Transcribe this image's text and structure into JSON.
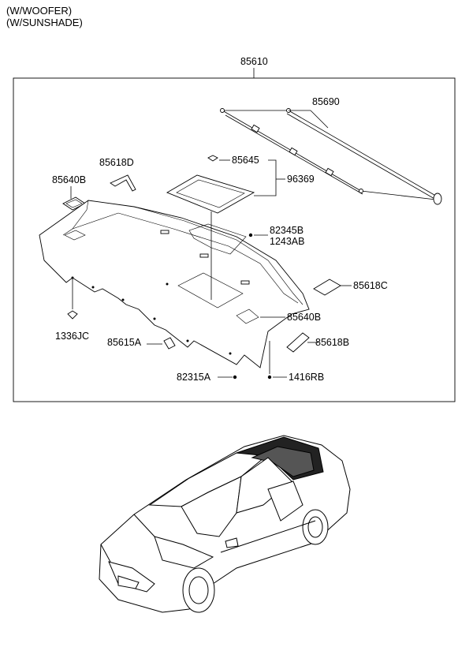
{
  "header": {
    "line1": "(W/WOOFER)",
    "line2": "(W/SUNSHADE)"
  },
  "assembly_number": "85610",
  "callouts": [
    {
      "id": "85690",
      "text": "85690"
    },
    {
      "id": "85618D",
      "text": "85618D"
    },
    {
      "id": "85640B_top",
      "text": "85640B"
    },
    {
      "id": "85645",
      "text": "85645"
    },
    {
      "id": "96369",
      "text": "96369"
    },
    {
      "id": "82345B",
      "text": "82345B"
    },
    {
      "id": "1243AB",
      "text": "1243AB"
    },
    {
      "id": "85618C",
      "text": "85618C"
    },
    {
      "id": "85640B_bottom",
      "text": "85640B"
    },
    {
      "id": "85618B",
      "text": "85618B"
    },
    {
      "id": "1336JC",
      "text": "1336JC"
    },
    {
      "id": "85615A",
      "text": "85615A"
    },
    {
      "id": "82315A",
      "text": "82315A"
    },
    {
      "id": "1416RB",
      "text": "1416RB"
    }
  ]
}
